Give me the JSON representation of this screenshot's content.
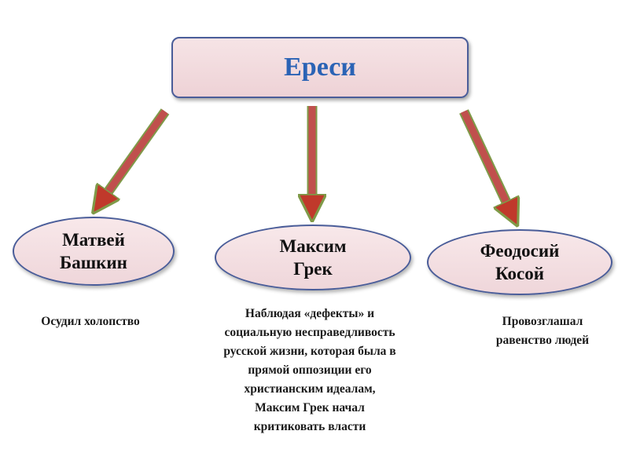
{
  "title": "Ереси",
  "nodes": [
    {
      "id": "bashkin",
      "label": "Матвей\nБашкин",
      "description": "Осудил холопство"
    },
    {
      "id": "grek",
      "label": "Максим\nГрек",
      "description": "Наблюдая «дефекты» и\nсоциальную несправедливость\nрусской жизни, которая была в\nпрямой оппозиции его\nхристианским идеалам,\nМаксим Грек начал\nкритиковать власти"
    },
    {
      "id": "kosoy",
      "label": "Феодосий\nКосой",
      "description": "Провозглашал\nравенство людей"
    }
  ],
  "colors": {
    "title_text": "#2b63b5",
    "box_border": "#4a5d99",
    "box_fill": "#f2dadd",
    "arrow_head": "#c0392b",
    "arrow_shaft": "#c0504d",
    "arrow_outline": "#7f9a48"
  }
}
